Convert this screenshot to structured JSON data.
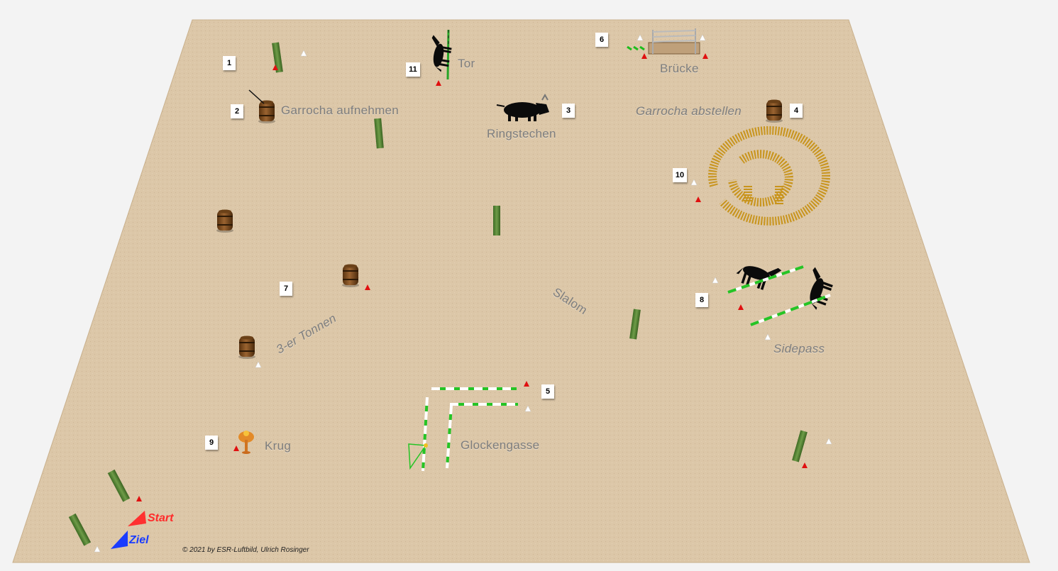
{
  "course": {
    "arena_color": "#dcc7a8",
    "labels": {
      "tor": "Tor",
      "bruecke": "Brücke",
      "garrocha_aufnehmen": "Garrocha aufnehmen",
      "ringstechen": "Ringstechen",
      "garrocha_abstellen": "Garrocha abstellen",
      "slalom": "Slalom",
      "tonnen": "3-er Tonnen",
      "sidepass": "Sidepass",
      "krug": "Krug",
      "glockengasse": "Glockengasse"
    },
    "stations": [
      "1",
      "2",
      "3",
      "4",
      "5",
      "6",
      "7",
      "8",
      "9",
      "10",
      "11"
    ],
    "legend": {
      "start": "Start",
      "ziel": "Ziel",
      "start_color": "#ff2a2a",
      "ziel_color": "#1a3cff"
    },
    "copyright": "© 2021 by ESR-Luftbild, Ulrich Rosinger"
  }
}
